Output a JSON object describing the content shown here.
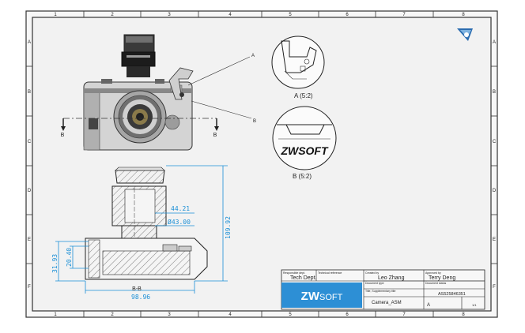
{
  "border": {
    "zones_top": [
      "1",
      "2",
      "3",
      "4",
      "5",
      "6",
      "7",
      "8"
    ],
    "zones_bottom": [
      "1",
      "2",
      "3",
      "4",
      "5",
      "6",
      "7",
      "8"
    ],
    "rows_left": [
      "A",
      "B",
      "C",
      "D",
      "E",
      "F"
    ],
    "rows_right": [
      "A",
      "B",
      "C",
      "D",
      "E",
      "F"
    ]
  },
  "views": {
    "section_marker_left": "B",
    "section_marker_right": "B",
    "leader_a": "A",
    "leader_b": "B",
    "detail_a_label": "A (5:2)",
    "detail_b_label": "B (5:2)",
    "detail_b_logo": "ZWSOFT",
    "section_label": "B-B"
  },
  "dimensions": {
    "d1": "44.21",
    "d2": "Ø43.00",
    "d3": "109.92",
    "d4": "31.93",
    "d5": "20.40",
    "d6": "98.96"
  },
  "title_block": {
    "responsible_dept_label": "Responsible dept.",
    "responsible_dept": "Tech Dept.",
    "technical_reference_label": "Technical reference",
    "created_by_label": "Created by",
    "created_by": "Leo Zhang",
    "approved_by_label": "Approved by",
    "approved_by": "Terry Deng",
    "document_type_label": "Document type",
    "document_status_label": "Document status",
    "title_label": "Title, Supplementary title",
    "title": "Camera_ASM",
    "doc_number": "AS525846351",
    "logo_zw": "ZW",
    "logo_soft": "SOFT",
    "sheet_size": "A",
    "sheet": "1/1"
  }
}
